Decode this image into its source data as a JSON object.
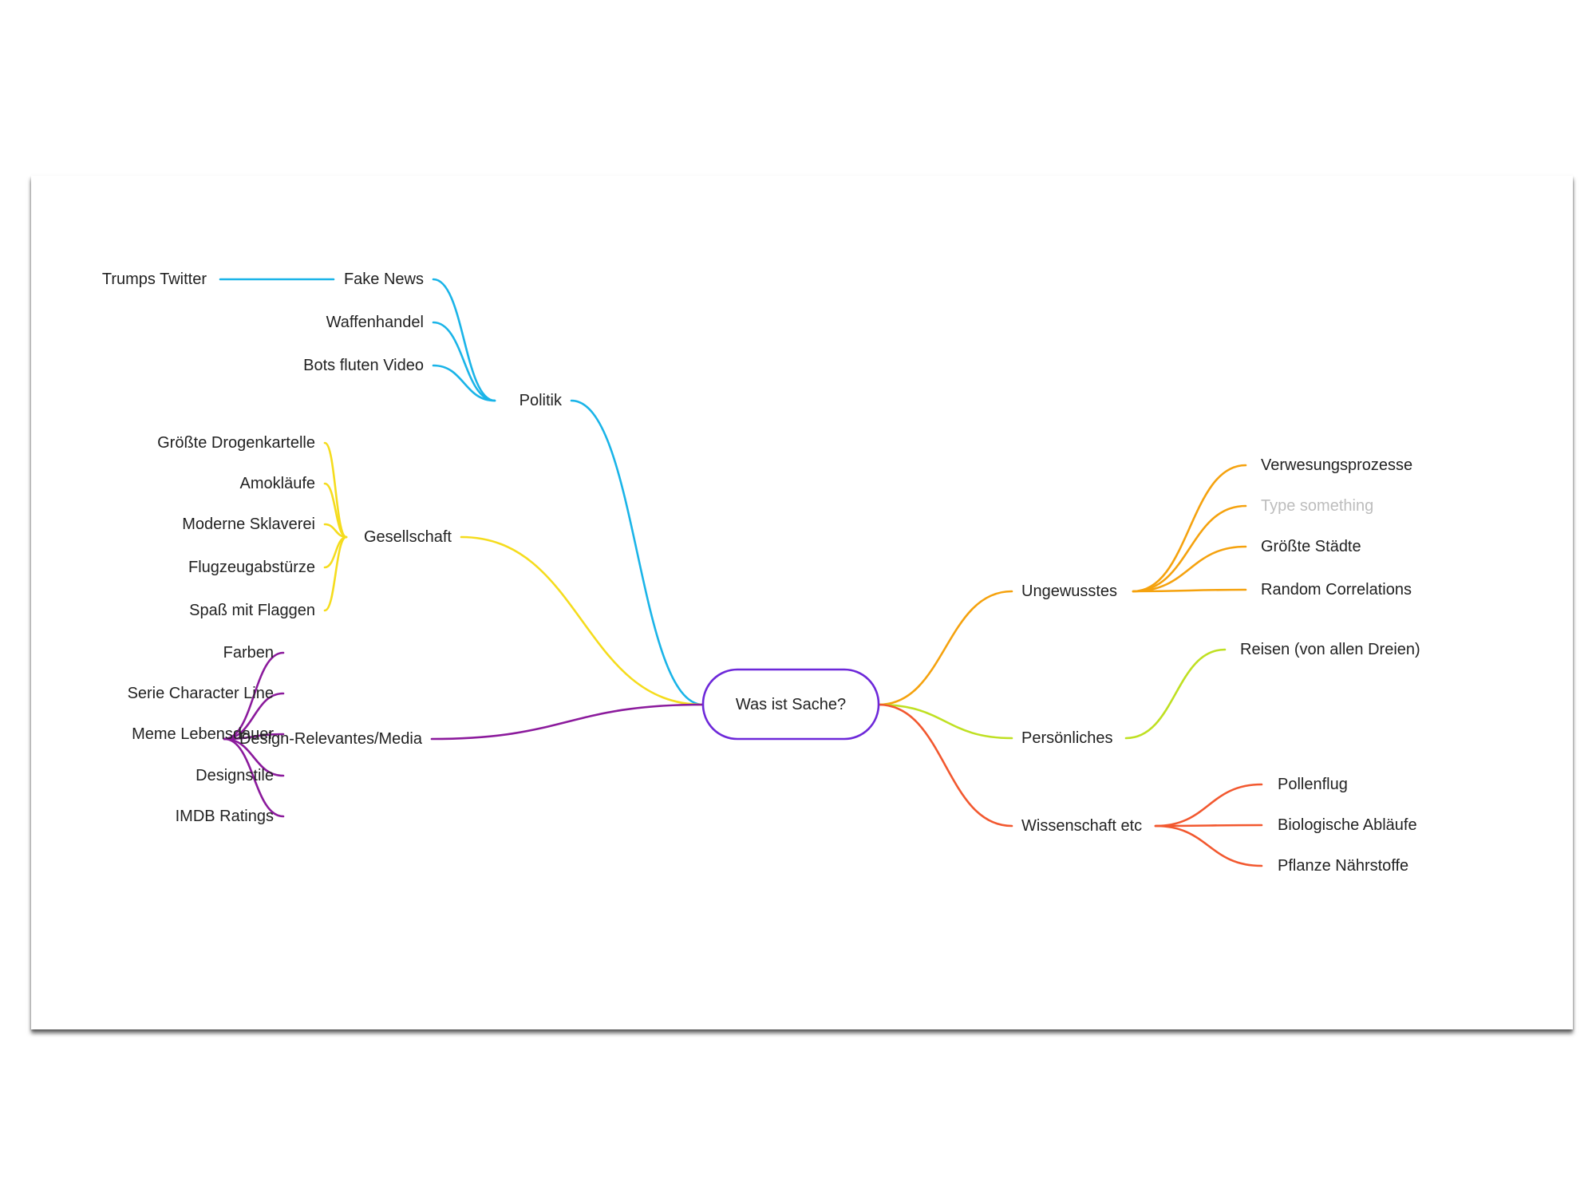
{
  "root": {
    "label": "Was ist Sache?",
    "color": "#6d28d9"
  },
  "branches": [
    {
      "id": "politik",
      "label": "Politik",
      "color": "#1ab4e8",
      "side": "left",
      "children": [
        {
          "label": "Fake News",
          "children": [
            {
              "label": "Trumps Twitter"
            }
          ]
        },
        {
          "label": "Waffenhandel"
        },
        {
          "label": "Bots fluten Video"
        }
      ]
    },
    {
      "id": "gesellschaft",
      "label": "Gesellschaft",
      "color": "#f5dc1d",
      "side": "left",
      "children": [
        {
          "label": "Größte Drogenkartelle"
        },
        {
          "label": "Amokläufe"
        },
        {
          "label": "Moderne Sklaverei"
        },
        {
          "label": "Flugzeugabstürze"
        },
        {
          "label": "Spaß mit Flaggen"
        }
      ]
    },
    {
      "id": "design",
      "label": "Design-Relevantes/Media",
      "color": "#8b1a9c",
      "side": "left",
      "children": [
        {
          "label": "Farben"
        },
        {
          "label": "Serie Character Line"
        },
        {
          "label": "Meme Lebensdauer"
        },
        {
          "label": "Designstile"
        },
        {
          "label": "IMDB Ratings"
        }
      ]
    },
    {
      "id": "ungewusstes",
      "label": "Ungewusstes",
      "color": "#f5a20e",
      "side": "right",
      "children": [
        {
          "label": "Verwesungsprozesse"
        },
        {
          "label": "Type something",
          "placeholder": true
        },
        {
          "label": "Größte Städte"
        },
        {
          "label": "Random Correlations"
        }
      ]
    },
    {
      "id": "persoenliches",
      "label": "Persönliches",
      "color": "#bfe022",
      "side": "right",
      "children": [
        {
          "label": "Reisen (von allen Dreien)"
        }
      ]
    },
    {
      "id": "wissenschaft",
      "label": "Wissenschaft etc",
      "color": "#f2582f",
      "side": "right",
      "children": [
        {
          "label": "Pollenflug"
        },
        {
          "label": "Biologische Abläufe"
        },
        {
          "label": "Pflanze Nährstoffe"
        }
      ]
    }
  ]
}
